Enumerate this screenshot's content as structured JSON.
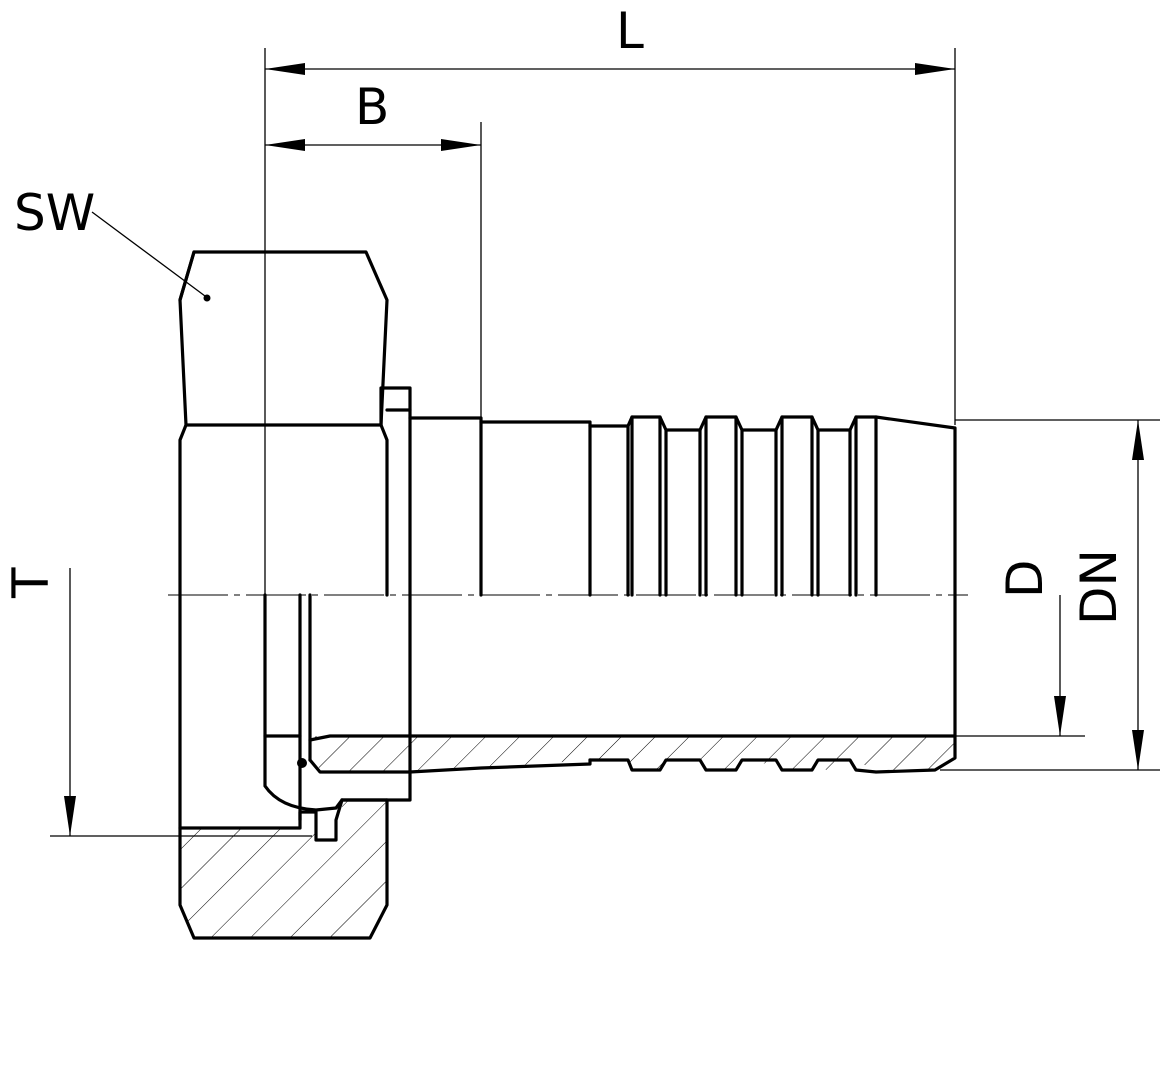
{
  "diagram": {
    "labels": {
      "L": "L",
      "B": "B",
      "SW": "SW",
      "T": "T",
      "D": "D",
      "DN": "DN"
    }
  }
}
